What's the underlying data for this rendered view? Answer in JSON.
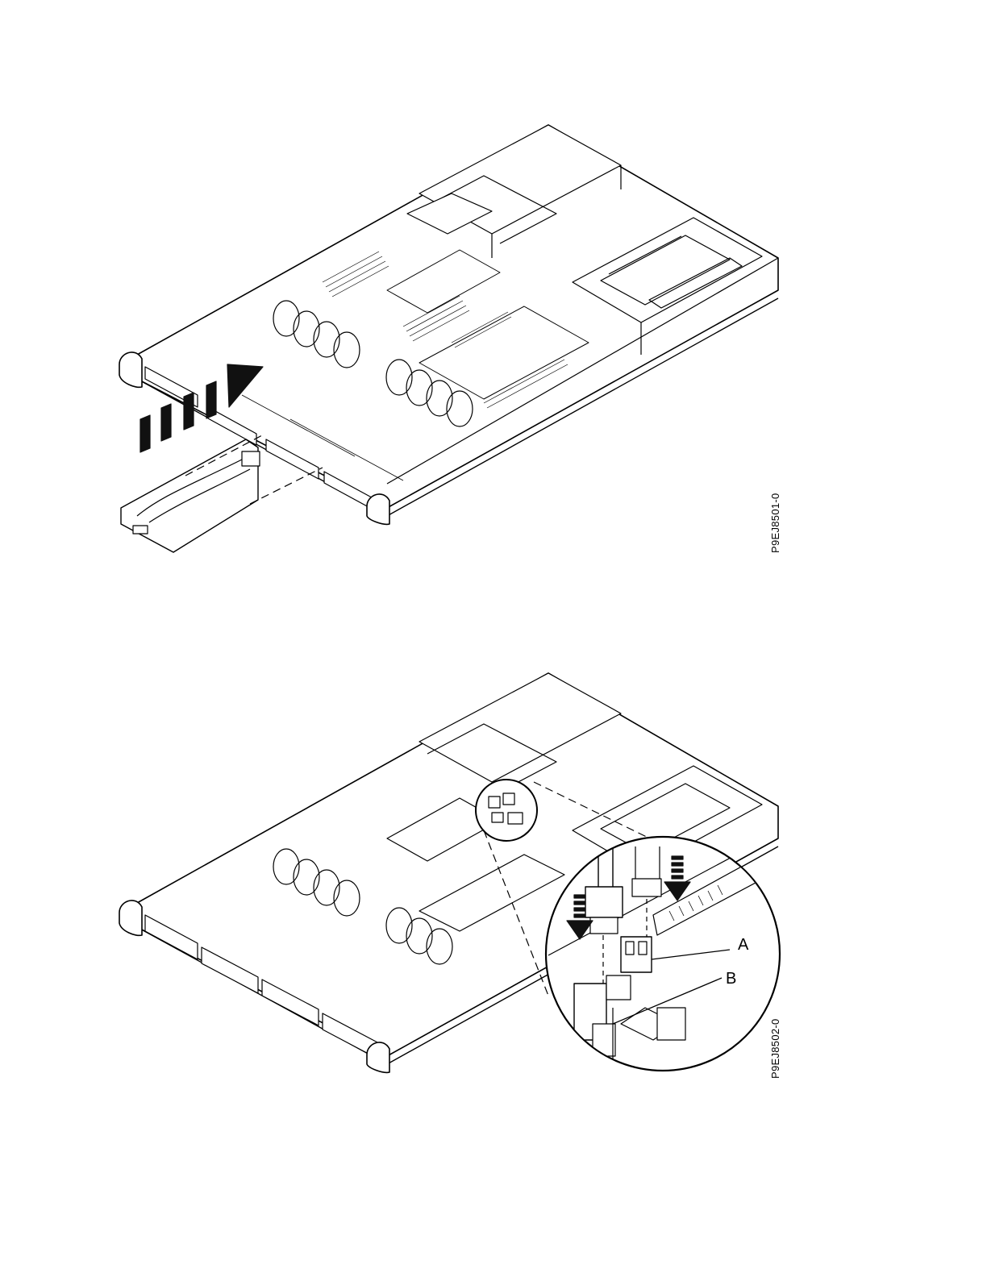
{
  "figures": [
    {
      "id": "P9EJ8501-0"
    },
    {
      "id": "P9EJ8502-0",
      "callouts": [
        "A",
        "B"
      ]
    }
  ],
  "colors": {
    "line": "#000000",
    "fill": "#ffffff",
    "shade": "#d9d9d9",
    "dark": "#1a1a1a"
  }
}
